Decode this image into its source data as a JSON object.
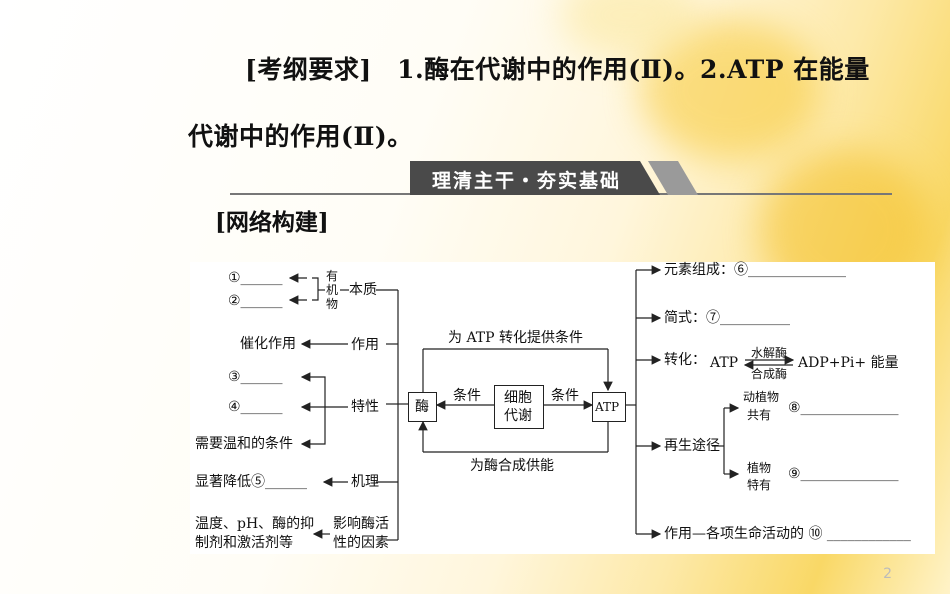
{
  "requirement": {
    "line1": "[考纲要求]　1.酶在代谢中的作用(Ⅱ)。2.ATP 在能量",
    "line2": "代谢中的作用(Ⅱ)。"
  },
  "banner": "理清主干・夯实基础",
  "section_title": "[网络构建]",
  "left": {
    "blank1": "①______",
    "blank2": "②______",
    "organic": [
      "有",
      "机",
      "物"
    ],
    "essence": "本质",
    "catalysis": "催化作用",
    "function": "作用",
    "blank3": "③______",
    "blank4": "④______",
    "mild": "需要温和的条件",
    "property": "特性",
    "mechanism_item": "显著降低⑤______",
    "mechanism": "机理",
    "factors_item_1": "温度、pH、酶的抑",
    "factors_item_2": "制剂和激活剂等",
    "factors_1": "影响酶活",
    "factors_2": "性的因素"
  },
  "center": {
    "enzyme": "酶",
    "metab_1": "细胞",
    "metab_2": "代谢",
    "atp": "ATP",
    "top_label": "为 ATP 转化提供条件",
    "bottom_label": "为酶合成供能",
    "cond_left": "条件",
    "cond_right": "条件"
  },
  "right": {
    "elements": "元素组成：⑥______________",
    "formula": "简式：⑦__________",
    "conversion_label": "转化：",
    "conv_atp": "ATP",
    "hydrolase": "水解酶",
    "synthase": "合成酶",
    "conv_products": "ADP+Pi+ 能量",
    "regen": "再生途径",
    "both_1": "动植物",
    "both_2": "共有",
    "blank8": "⑧______________",
    "plant_1": "植物",
    "plant_2": "特有",
    "blank9": "⑨______________",
    "use": "作用—各项生命活动的 ⑩ ____________"
  },
  "page_number": "2"
}
